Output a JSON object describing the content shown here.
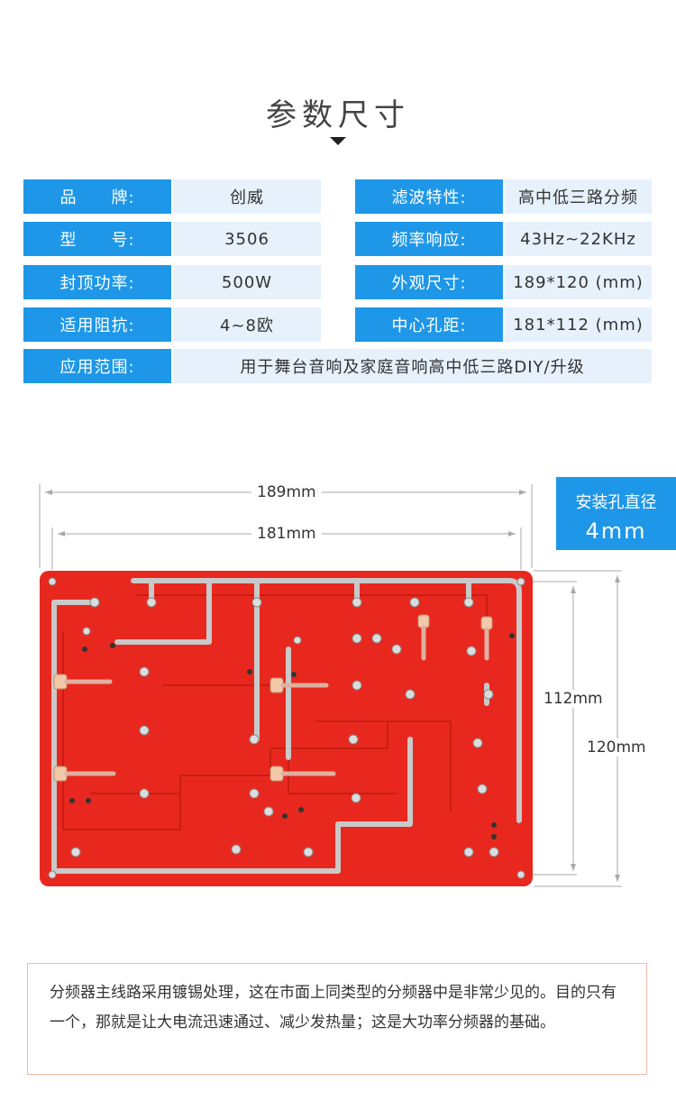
{
  "section_title": "参数尺寸",
  "specs": {
    "brand_label": "品　　牌:",
    "brand_value": "创威",
    "filter_label": "滤波特性:",
    "filter_value": "高中低三路分频",
    "model_label": "型　　号:",
    "model_value": "3506",
    "freq_label": "频率响应:",
    "freq_value": "43Hz~22KHz",
    "power_label": "封顶功率:",
    "power_value": "500W",
    "size_label": "外观尺寸:",
    "size_value": "189*120 (mm)",
    "impedance_label": "适用阻抗:",
    "impedance_value": "4~8欧",
    "hole_label": "中心孔距:",
    "hole_value": "181*112 (mm)",
    "usage_label": "应用范围:",
    "usage_value": "用于舞台音响及家庭音响高中低三路DIY/升级"
  },
  "diagram": {
    "hole_title": "安装孔直径",
    "hole_size": "4mm",
    "dim_outer_width": "189mm",
    "dim_inner_width": "181mm",
    "dim_inner_height": "112mm",
    "dim_outer_height": "120mm",
    "colors": {
      "board": "#e8281e",
      "accent": "#1e97e8"
    }
  },
  "note": "分频器主线路采用镀锡处理，这在市面上同类型的分频器中是非常少见的。目的只有一个，那就是让大电流迅速通过、减少发热量；这是大功率分频器的基础。"
}
